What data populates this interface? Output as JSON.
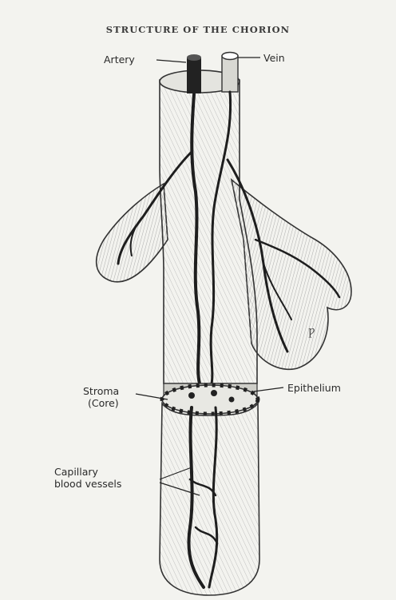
{
  "figure": {
    "title": "STRUCTURE OF THE CHORION",
    "labels": {
      "artery": "Artery",
      "vein": "Vein",
      "stroma": "Stroma",
      "core": "(Core)",
      "epithelium": "Epithelium",
      "capillary_line1": "Capillary",
      "capillary_line2": "blood vessels"
    }
  }
}
